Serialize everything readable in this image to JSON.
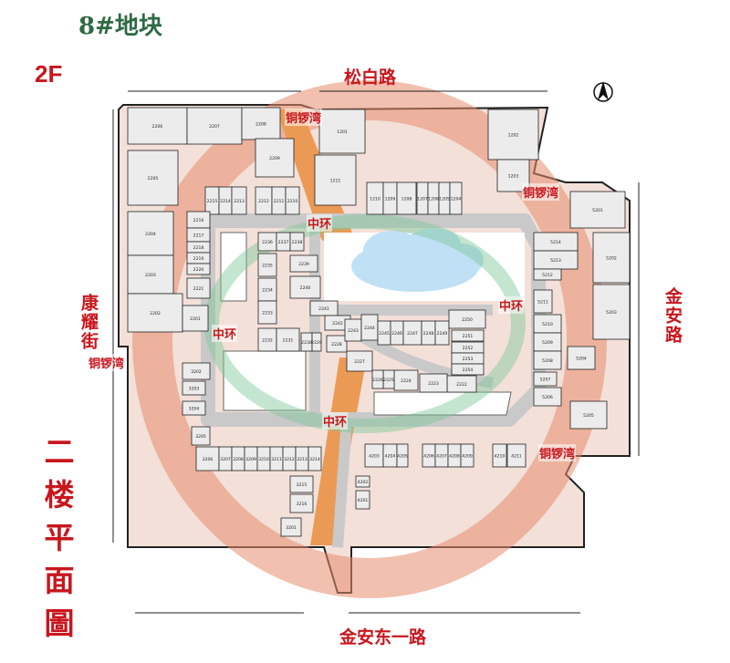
{
  "header": {
    "block_title": "8#地块",
    "floor": "2F"
  },
  "plan_title": "二楼平面圖",
  "roads": {
    "north": "松白路",
    "east": "金安路",
    "south": "金安东一路",
    "west": "康耀街"
  },
  "zones": {
    "outer_ring": "铜锣湾",
    "inner_ring": "中环"
  },
  "colors": {
    "red": "#c8161d",
    "ring_outer": "#e58c6e",
    "ring_inner": "#7cc79a",
    "corridor": "#c9c9c9",
    "atrium_strip": "#eb9a55",
    "unit_fill": "#ececec",
    "green_title": "#2e6a43",
    "cloud": "#bfe0f5"
  },
  "icons": [
    "north-arrow-icon"
  ],
  "units": [
    "2206",
    "2207",
    "2208",
    "2209",
    "2205",
    "2215",
    "2214",
    "2213",
    "2212",
    "2211",
    "2210",
    "2216",
    "2217",
    "2218",
    "2219",
    "2220",
    "2221",
    "2204",
    "2203",
    "2202",
    "2201",
    "2236",
    "2237",
    "2238",
    "2235",
    "2239",
    "2234",
    "2240",
    "2233",
    "2232",
    "2231",
    "2230",
    "2229",
    "2228",
    "2227",
    "2241",
    "2242",
    "2243",
    "2244",
    "2245",
    "2246",
    "2247",
    "2248",
    "2249",
    "2250",
    "2251",
    "2252",
    "2253",
    "2254",
    "2222",
    "2223",
    "2224",
    "2225",
    "2226",
    "1201",
    "1202",
    "1203",
    "1211",
    "1210",
    "1209",
    "1208",
    "1207",
    "1206",
    "1205",
    "1204",
    "5201",
    "5214",
    "5213",
    "5212",
    "5211",
    "5210",
    "5209",
    "5208",
    "5207",
    "5206",
    "5205",
    "5204",
    "5203",
    "5202",
    "3202",
    "3203",
    "3204",
    "3205",
    "3206",
    "3207",
    "3208",
    "3209",
    "3210",
    "3211",
    "3212",
    "3213",
    "3214",
    "3215",
    "3216",
    "3201",
    "4203",
    "4204",
    "4205",
    "4206",
    "4207",
    "4208",
    "4209",
    "4210",
    "4211",
    "4202",
    "4201"
  ]
}
